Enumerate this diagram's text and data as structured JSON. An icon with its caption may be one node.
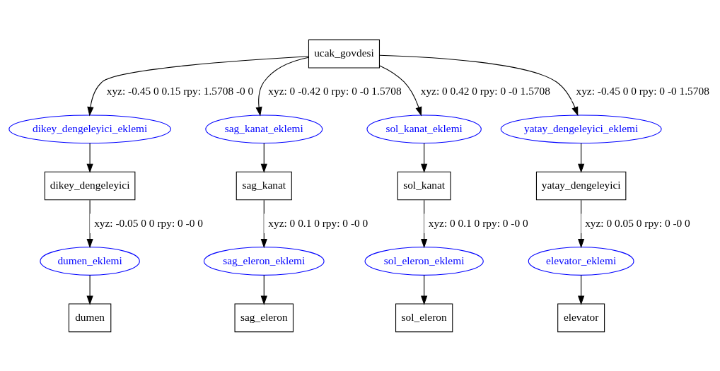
{
  "diagram": {
    "nodes": [
      {
        "text": [
          "ucak_govdesi"
        ]
      },
      {
        "text": [
          "dikey_dengeleyici_eklemi"
        ]
      },
      {
        "text": [
          "sag_kanat_eklemi"
        ]
      },
      {
        "text": [
          "sol_kanat_eklemi"
        ]
      },
      {
        "text": [
          "yatay_dengeleyici_eklemi"
        ]
      },
      {
        "text": [
          "dikey_dengeleyici"
        ]
      },
      {
        "text": [
          "sag_kanat"
        ]
      },
      {
        "text": [
          "sol_kanat"
        ]
      },
      {
        "text": [
          "yatay_dengeleyici"
        ]
      },
      {
        "text": [
          "dumen_eklemi"
        ]
      },
      {
        "text": [
          "sag_eleron_eklemi"
        ]
      },
      {
        "text": [
          "sol_eleron_eklemi"
        ]
      },
      {
        "text": [
          "elevator_eklemi"
        ]
      },
      {
        "text": [
          "dumen"
        ]
      },
      {
        "text": [
          "sag_eleron"
        ]
      },
      {
        "text": [
          "sol_eleron"
        ]
      },
      {
        "text": [
          "elevator"
        ]
      }
    ],
    "edges": [
      {
        "from": 0,
        "to": 1,
        "arrow": "to",
        "label": "xyz: -0.45 0 0.15 rpy: 1.5708 -0 0"
      },
      {
        "from": 0,
        "to": 2,
        "arrow": "to",
        "label": "xyz: 0 -0.42 0 rpy: 0 -0 1.5708"
      },
      {
        "from": 0,
        "to": 3,
        "arrow": "to",
        "label": "xyz: 0 0.42 0 rpy: 0 -0 1.5708"
      },
      {
        "from": 0,
        "to": 4,
        "arrow": "to",
        "label": "xyz: -0.45 0 0 rpy: 0 -0 1.5708"
      },
      {
        "from": 1,
        "to": 5,
        "arrow": "to"
      },
      {
        "from": 2,
        "to": 6,
        "arrow": "to"
      },
      {
        "from": 3,
        "to": 7,
        "arrow": "to"
      },
      {
        "from": 4,
        "to": 8,
        "arrow": "to"
      },
      {
        "from": 5,
        "to": 9,
        "arrow": "to",
        "label": "xyz: -0.05 0 0 rpy: 0 -0 0"
      },
      {
        "from": 6,
        "to": 10,
        "arrow": "to",
        "label": "xyz: 0 0.1 0 rpy: 0 -0 0"
      },
      {
        "from": 7,
        "to": 11,
        "arrow": "to",
        "label": "xyz: 0 0.1 0 rpy: 0 -0 0"
      },
      {
        "from": 8,
        "to": 12,
        "arrow": "to",
        "label": "xyz: 0 0.05 0 rpy: 0 -0 0"
      },
      {
        "from": 9,
        "to": 13,
        "arrow": "to"
      },
      {
        "from": 10,
        "to": 14,
        "arrow": "to"
      },
      {
        "from": 11,
        "to": 15,
        "arrow": "to"
      },
      {
        "from": 12,
        "to": 16,
        "arrow": "to"
      }
    ]
  }
}
